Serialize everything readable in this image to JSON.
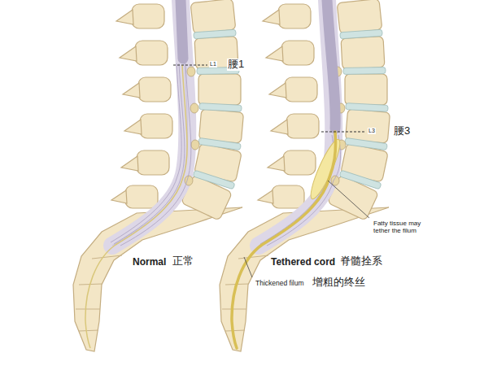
{
  "diagram": {
    "labels": [
      "L1",
      "腰1",
      "L3",
      "腰3",
      "Fatty tissue may tether the filum",
      "Normal",
      "正常",
      "Tethered cord",
      "脊髓拴系",
      "Thickened filum",
      "增粗的终丝"
    ]
  }
}
